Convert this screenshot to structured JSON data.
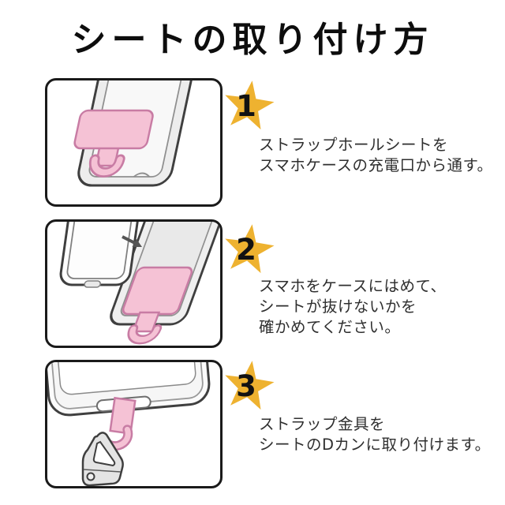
{
  "title": "シートの取り付け方",
  "steps": [
    {
      "number": "1",
      "caption_lines": [
        "ストラップホールシートを",
        "スマホケースの充電口から通す。"
      ],
      "illustration": "strap-hole-sheet-through-case-port"
    },
    {
      "number": "2",
      "caption_lines": [
        "スマホをケースにはめて、",
        "シートが抜けないかを",
        "確かめてください。"
      ],
      "illustration": "phone-sliding-into-case-with-arrow"
    },
    {
      "number": "3",
      "caption_lines": [
        "ストラップ金具を",
        "シートのDカンに取り付けます。"
      ],
      "illustration": "strap-hook-attached-to-d-ring"
    }
  ],
  "colors": {
    "star_badge": "#EEB230",
    "sheet_pink": "#F5C2D5",
    "sheet_outline": "#C87CA4",
    "case_gray": "#EDEDED",
    "outline_dark": "#3F3F3F",
    "text": "#2F2F2F"
  }
}
